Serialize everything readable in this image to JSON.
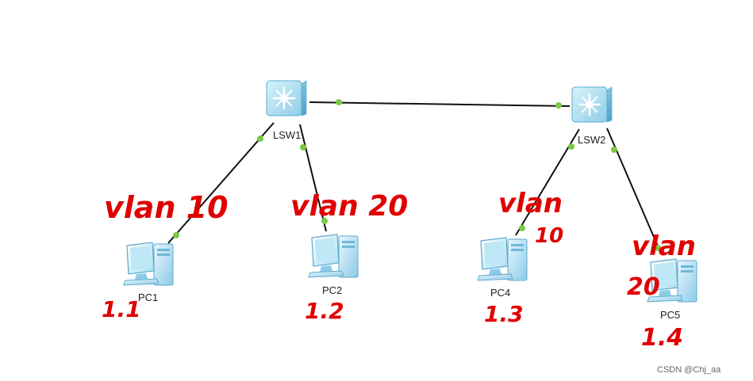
{
  "devices": {
    "lsw1": {
      "label": "LSW1",
      "icon": "switch-icon"
    },
    "lsw2": {
      "label": "LSW2",
      "icon": "switch-icon"
    },
    "pc1": {
      "label": "PC1",
      "icon": "pc-icon"
    },
    "pc2": {
      "label": "PC2",
      "icon": "pc-icon"
    },
    "pc4": {
      "label": "PC4",
      "icon": "pc-icon"
    },
    "pc5": {
      "label": "PC5",
      "icon": "pc-icon"
    }
  },
  "annotations": {
    "pc1_vlan": "vlan 10",
    "pc2_vlan": "vlan 20",
    "pc4_vlan_a": "vlan",
    "pc4_vlan_b": "10",
    "pc5_vlan_a": "vlan",
    "pc5_vlan_b": "20",
    "pc1_ip": "1.1",
    "pc2_ip": "1.2",
    "pc4_ip": "1.3",
    "pc5_ip": "1.4"
  },
  "watermark": "CSDN @Chj_aa",
  "colors": {
    "link": "#111111",
    "port_dot": "#7ac943",
    "handwriting": "#e00000",
    "device_blue": "#a8dcf0"
  }
}
